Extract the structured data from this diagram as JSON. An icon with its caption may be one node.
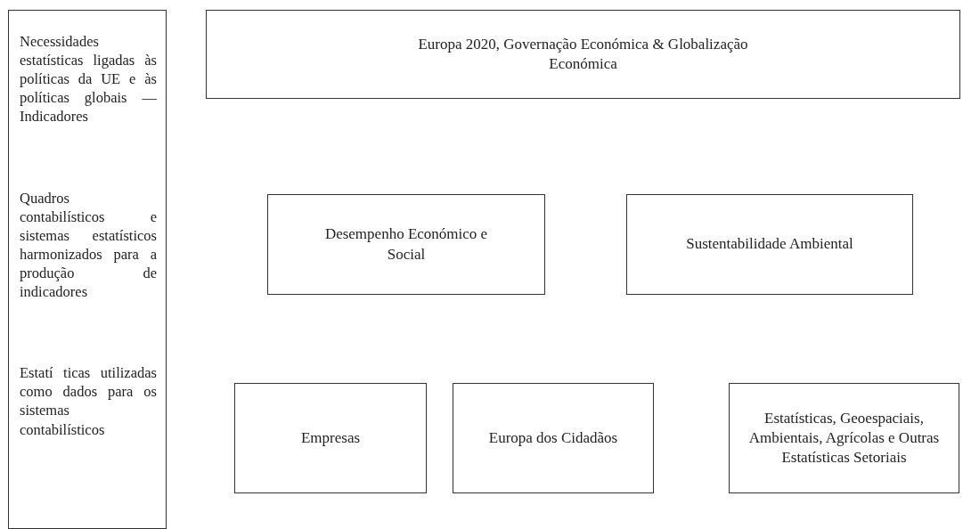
{
  "diagram": {
    "nodes": [
      {
        "text": [
          "Necessidades estatísticas ligadas às políticas da UE e às políticas globais — Indicadores",
          "Quadros contabilísticos e sistemas estatísticos harmonizados para a produção de indicadores",
          "Estatí ticas utilizadas como dados para os sistemas contabilísticos"
        ]
      },
      {
        "text": [
          "Europa 2020, Governação Económica & Globalização Económica"
        ]
      },
      {
        "text": [
          "Desempenho Económico e Social"
        ]
      },
      {
        "text": [
          "Sustentabilidade Ambiental"
        ]
      },
      {
        "text": [
          "Empresas"
        ]
      },
      {
        "text": [
          "Europa dos Cidadãos"
        ]
      },
      {
        "text": [
          "Estatísticas, Geoespaciais, Ambientais, Agrícolas e Outras Estatísticas Setoriais"
        ]
      }
    ]
  }
}
